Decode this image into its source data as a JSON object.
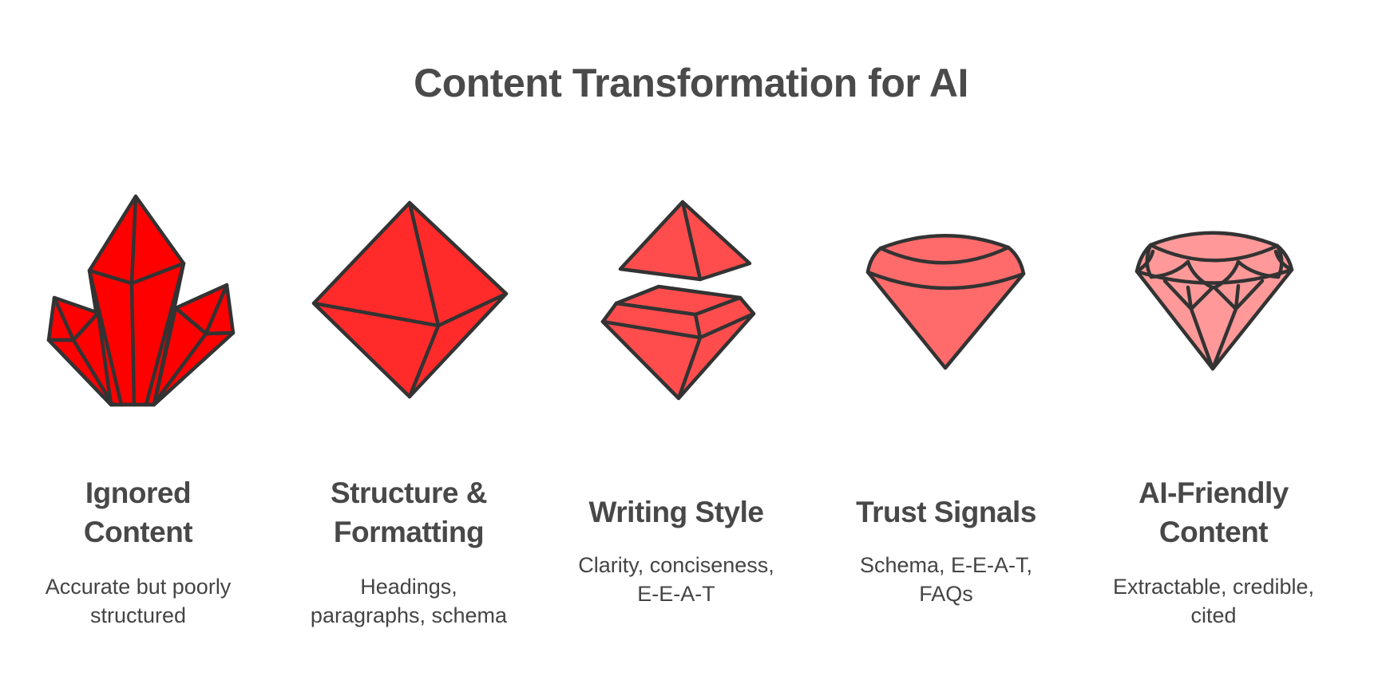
{
  "title": "Content Transformation for AI",
  "colors": {
    "stroke": "#333333",
    "stage_1": "#ff0000",
    "stage_2": "#ff2a2a",
    "stage_3": "#ff4d4d",
    "stage_4": "#ff6b6b",
    "stage_5": "#ff9999",
    "heading_text": "#484848",
    "body_text": "#444444"
  },
  "stages": [
    {
      "icon": "crystal-cluster-icon",
      "heading_lines": [
        "Ignored",
        "Content"
      ],
      "desc_lines": [
        "Accurate but poorly",
        "structured"
      ]
    },
    {
      "icon": "octahedron-gem-icon",
      "heading_lines": [
        "Structure &",
        "Formatting"
      ],
      "desc_lines": [
        "Headings,",
        "paragraphs, schema"
      ]
    },
    {
      "icon": "split-gem-icon",
      "heading_lines": [
        "Writing Style"
      ],
      "desc_lines": [
        "Clarity, conciseness,",
        "E-E-A-T"
      ]
    },
    {
      "icon": "rough-diamond-icon",
      "heading_lines": [
        "Trust Signals"
      ],
      "desc_lines": [
        "Schema, E-E-A-T,",
        "FAQs"
      ]
    },
    {
      "icon": "cut-diamond-icon",
      "heading_lines": [
        "AI-Friendly",
        "Content"
      ],
      "desc_lines": [
        "Extractable, credible,",
        "cited"
      ]
    }
  ]
}
